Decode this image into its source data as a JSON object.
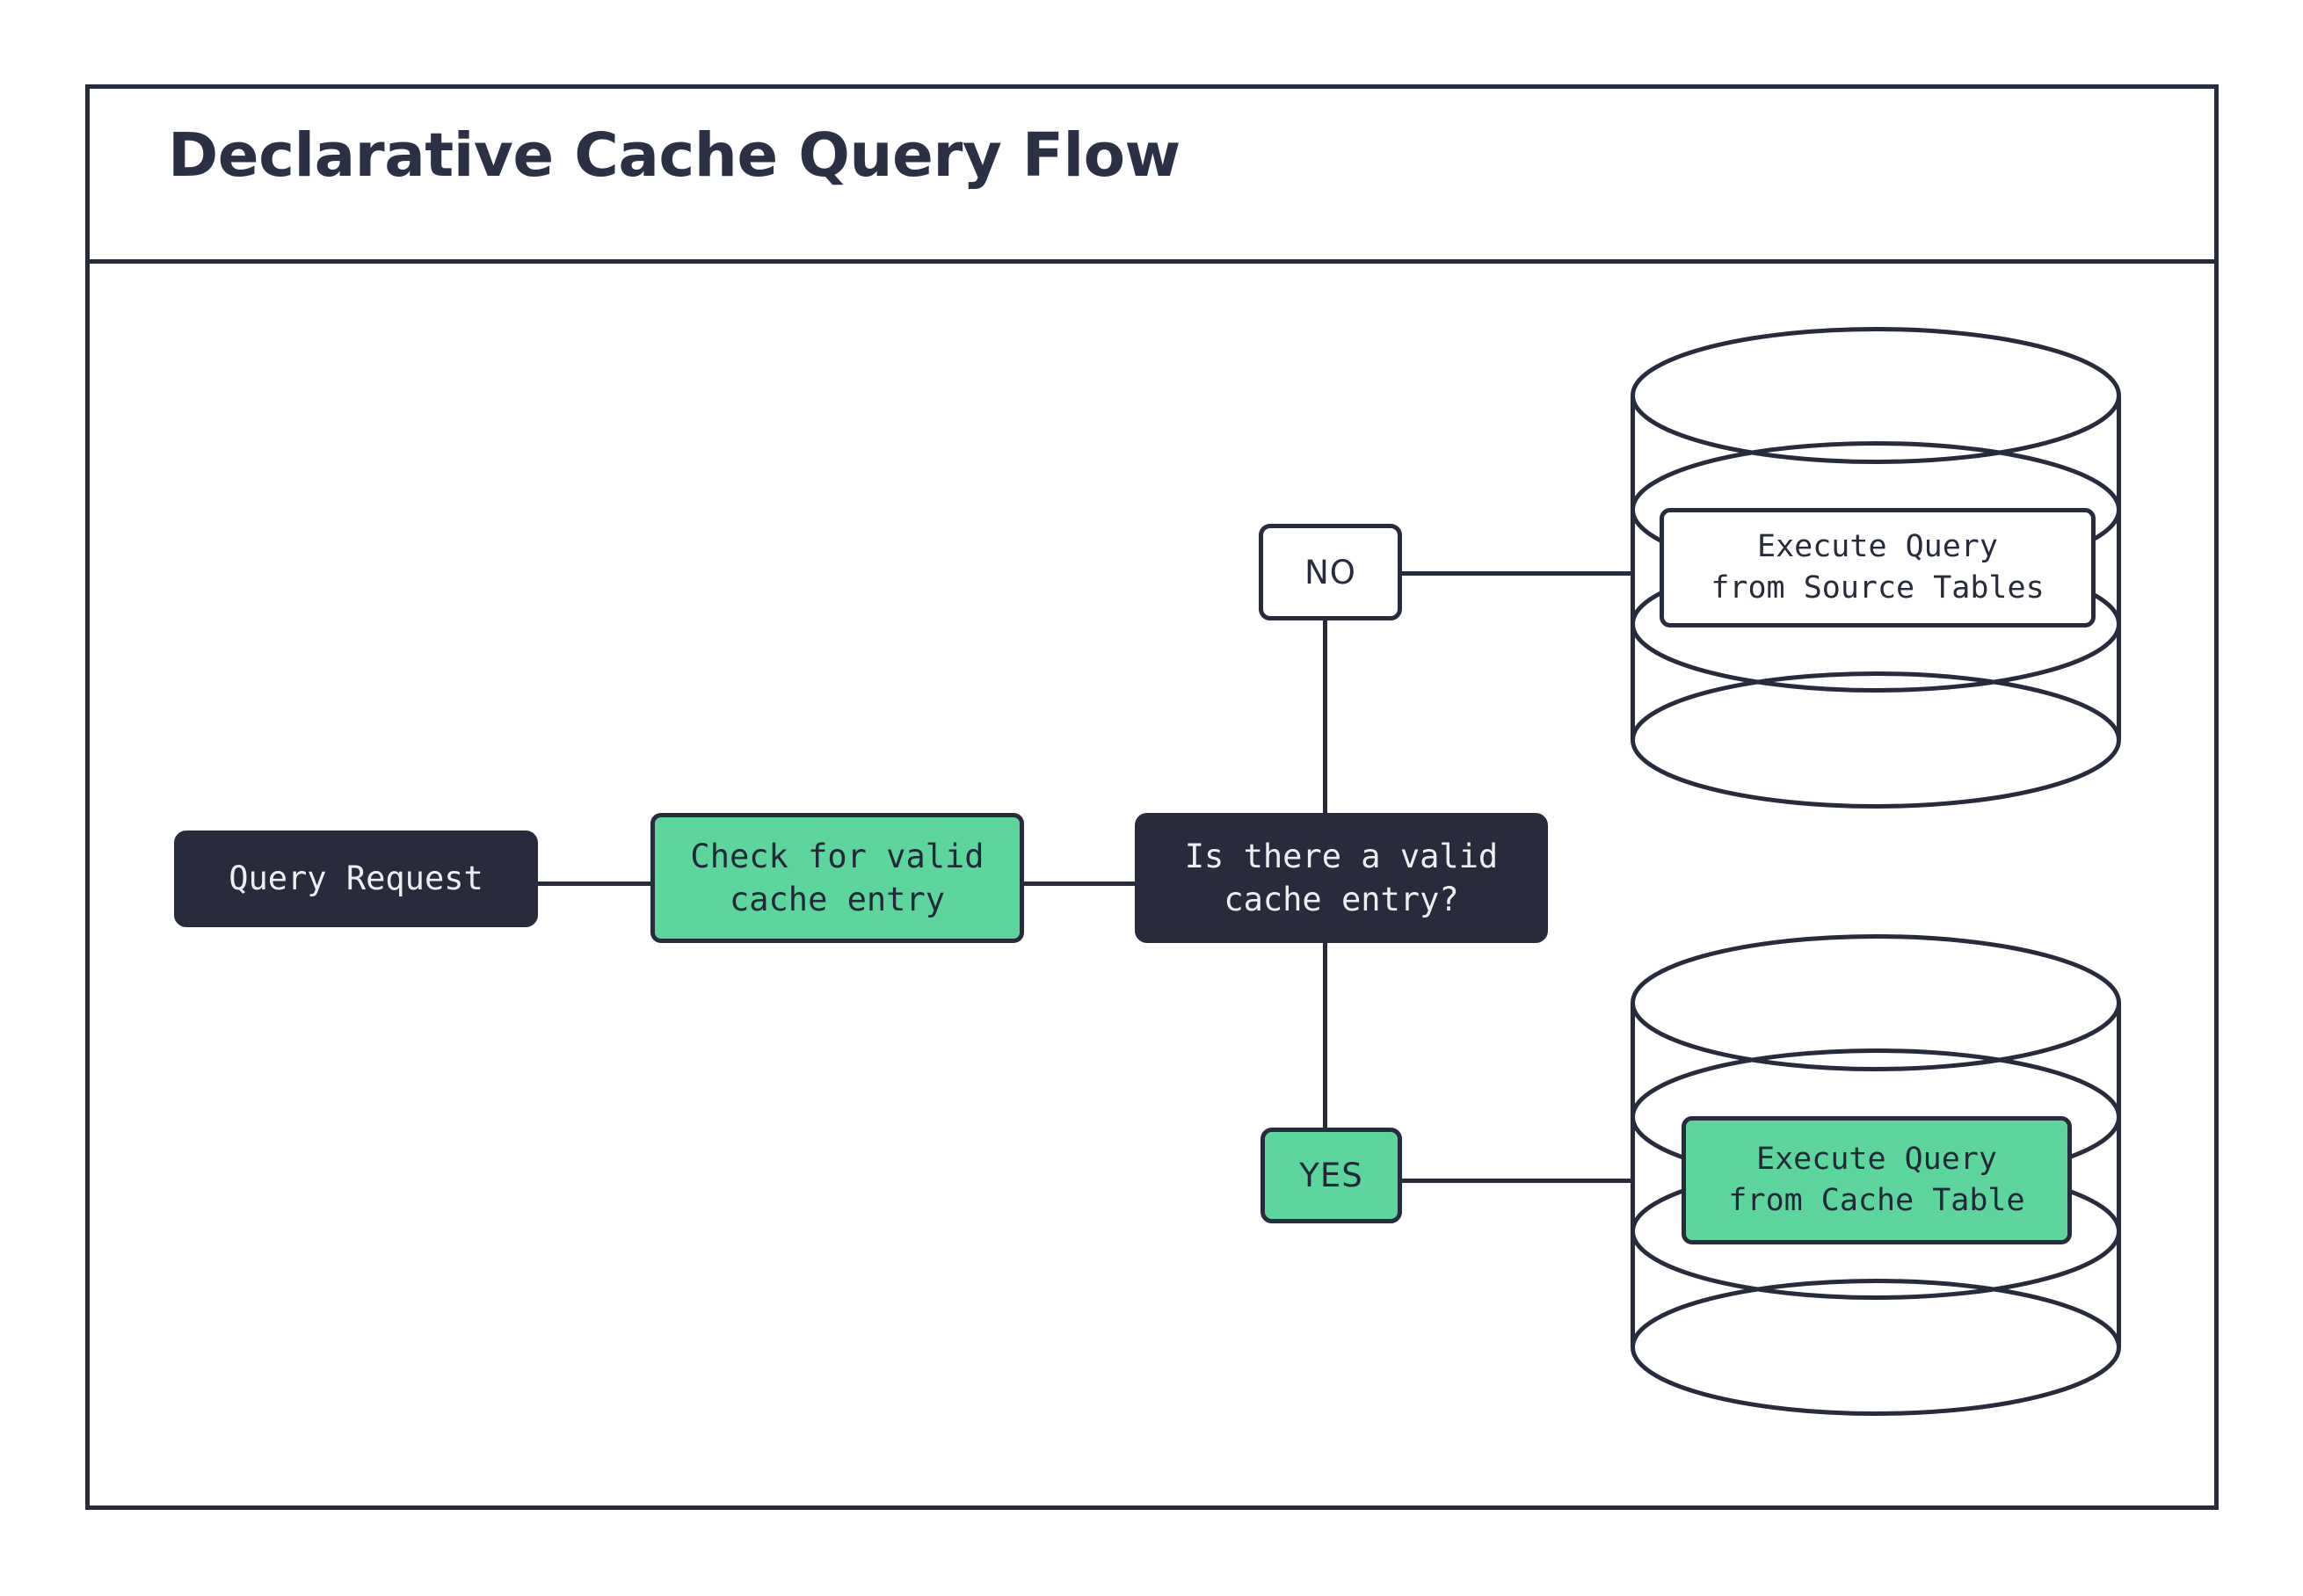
{
  "diagram": {
    "title": "Declarative Cache Query Flow",
    "type": "flowchart",
    "colors": {
      "dark": "#272b3b",
      "green": "#5dd69d",
      "white": "#ffffff",
      "text_light": "#eceef2",
      "text_dark": "#232838"
    },
    "nodes": {
      "query_request": "Query Request",
      "check_cache": "Check for valid\ncache entry",
      "decision": "Is there a valid\ncache entry?",
      "label_no": "NO",
      "label_yes": "YES",
      "db_source_label": "Execute Query\nfrom Source Tables",
      "db_cache_label": "Execute Query\nfrom Cache Table"
    },
    "edges": [
      {
        "from": "query_request",
        "to": "check_cache",
        "label": ""
      },
      {
        "from": "check_cache",
        "to": "decision",
        "label": ""
      },
      {
        "from": "decision",
        "to": "db_source_label",
        "label": "NO"
      },
      {
        "from": "decision",
        "to": "db_cache_label",
        "label": "YES"
      }
    ],
    "shapes": {
      "db_source": "database-cylinder",
      "db_cache": "database-cylinder"
    }
  }
}
